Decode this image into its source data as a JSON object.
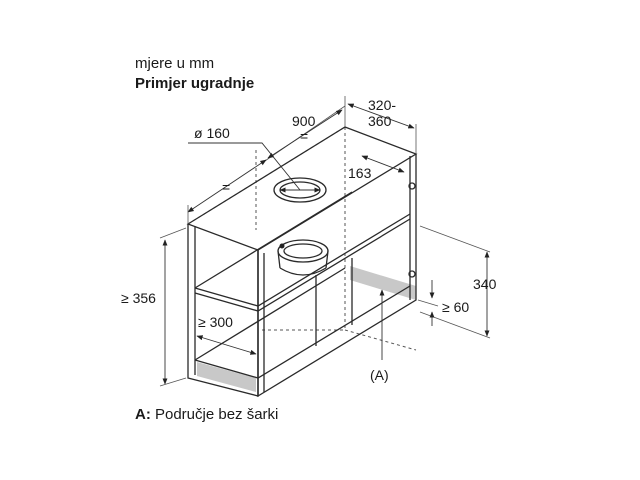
{
  "header": {
    "units": "mjere u mm",
    "title": "Primjer ugradnje"
  },
  "dimensions": {
    "width": "900",
    "equal_top": "=",
    "equal_left": "=",
    "depth_top": "320-",
    "depth_bottom": "360",
    "duct_diameter": "ø 160",
    "offset": "163",
    "height_total": "≥ 356",
    "shelf_depth": "≥ 300",
    "height_right": "340",
    "min_gap": "≥ 60",
    "zone_label": "(A)"
  },
  "caption": {
    "key": "A:",
    "text": " Područje bez šarki"
  },
  "colors": {
    "line": "#2a2a2a",
    "hatch_zone": "#c8c8c8"
  }
}
